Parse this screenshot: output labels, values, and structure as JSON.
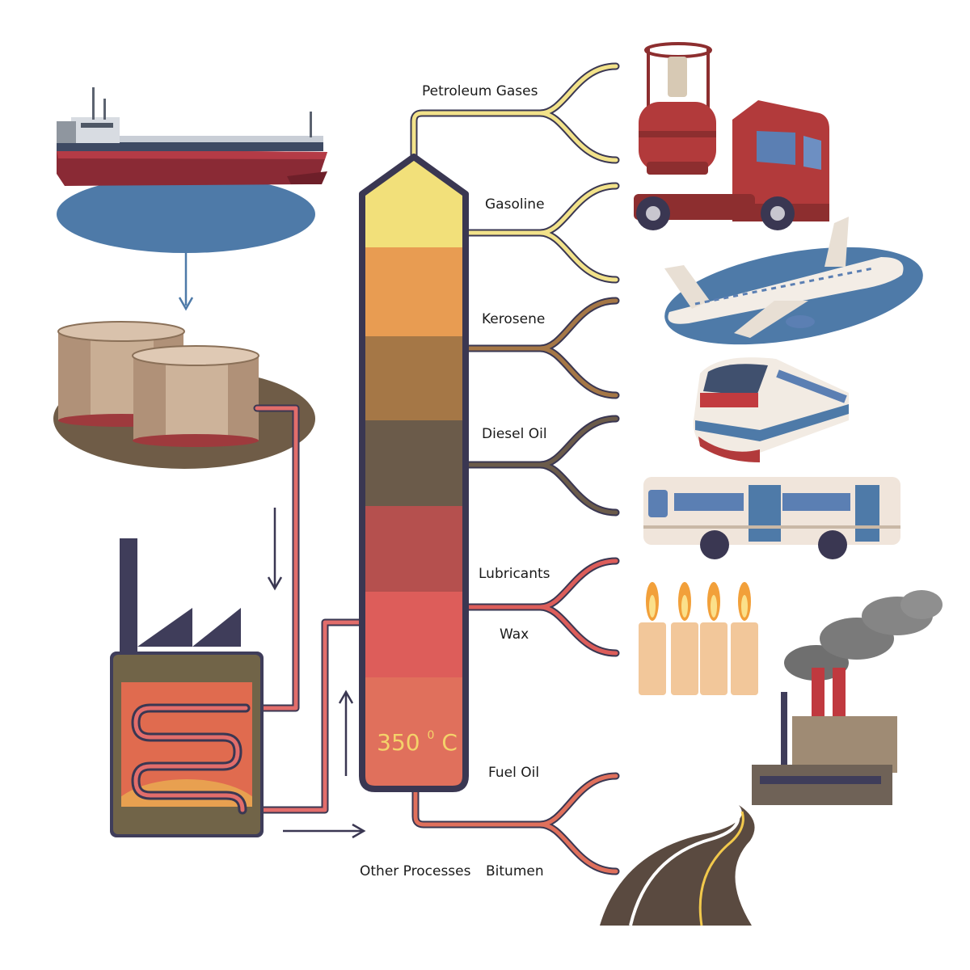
{
  "column": {
    "temperature_value": "350",
    "temperature_degree": "0",
    "temperature_unit": "C"
  },
  "products": [
    {
      "label": "Petroleum Gases",
      "color": "#f2e28a"
    },
    {
      "label": "Gasoline",
      "color": "#f2e28a"
    },
    {
      "label": "Kerosene",
      "color": "#a57746"
    },
    {
      "label": "Diesel Oil",
      "color": "#6b5b4a"
    },
    {
      "label": "Lubricants",
      "color": "#dd5d5a"
    },
    {
      "label": "Wax",
      "color": "#dd5d5a"
    },
    {
      "label": "Fuel Oil",
      "color": "#e0705c"
    },
    {
      "label": "Other Processes",
      "color": "#e0705c"
    },
    {
      "label": "Bitumen",
      "color": "#e0705c"
    }
  ],
  "column_layers": [
    "#f2e07a",
    "#e89c52",
    "#a57746",
    "#6b5b4a",
    "#b5504e",
    "#dd5d5a",
    "#e0705c"
  ],
  "icons": [
    "tanker-ship-icon",
    "storage-tanks-icon",
    "furnace-factory-icon",
    "gas-cylinder-icon",
    "truck-icon",
    "airplane-icon",
    "train-icon",
    "bus-icon",
    "candles-icon",
    "industrial-plant-icon",
    "road-icon"
  ]
}
